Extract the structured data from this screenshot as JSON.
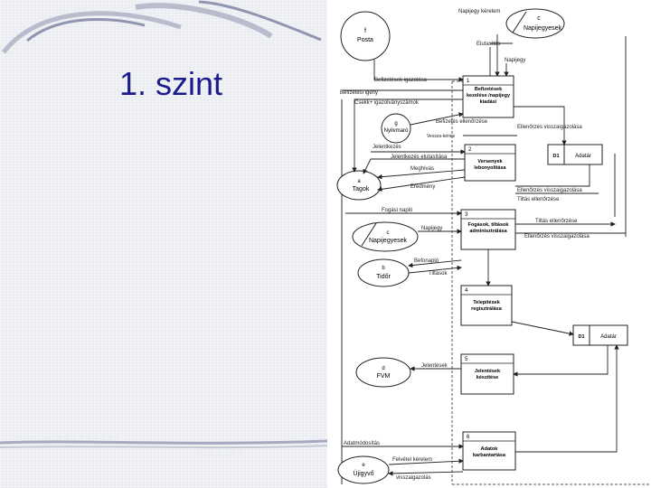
{
  "slide": {
    "title": "1. szint"
  },
  "entities": [
    {
      "id": "f",
      "name": "Posta"
    },
    {
      "id": "c",
      "name": "Napijegyesek"
    },
    {
      "id": "g",
      "name": "Nyilvmaró"
    },
    {
      "id": "a",
      "name": "Tagok"
    },
    {
      "id": "c",
      "name": "Napijegyesek"
    },
    {
      "id": "b",
      "name": "Tidőr"
    },
    {
      "id": "d",
      "name": "FVM"
    },
    {
      "id": "e",
      "name": "Újigyvő"
    }
  ],
  "processes": [
    {
      "num": "1",
      "title": "Befizetések kezelése /napijegy kiadás/"
    },
    {
      "num": "2",
      "title": "Versenyek lebonyolítása"
    },
    {
      "num": "3",
      "title": "Fogások, tiltások adminisztrálása"
    },
    {
      "num": "4",
      "title": "Telepítések regisztrálása"
    },
    {
      "num": "5",
      "title": "Jelentések készítése"
    },
    {
      "num": "6",
      "title": "Adatok karbantartása"
    }
  ],
  "stores": [
    {
      "id": "D1",
      "name": "Adatár"
    },
    {
      "id": "D1",
      "name": "Adatár"
    }
  ],
  "flows": [
    "Napijegy kérelem",
    "Elutasítás",
    "Napijegy",
    "Befizetések igazolása",
    "Befizetési igény",
    "Csekk+ igazolványszámok",
    "Befizetés ellenőrzése",
    "Vessza-kéries",
    "Ellenőrzés visszaigazolása",
    "Jelentkezés",
    "Jelentkezés elutasítása",
    "Meghívás",
    "Eredmény",
    "Fogási napló",
    "Ellenőrzés visszaigazolása",
    "Tiltás ellenőrzése",
    "Napijegy",
    "Tiltás ellenőrzése",
    "Ellenőrzés visszaigazolása",
    "Befonapló",
    "Tiltások",
    "Jelentések",
    "Adatmódosítás",
    "Felvétel kérelem",
    "visszaigazolás"
  ]
}
